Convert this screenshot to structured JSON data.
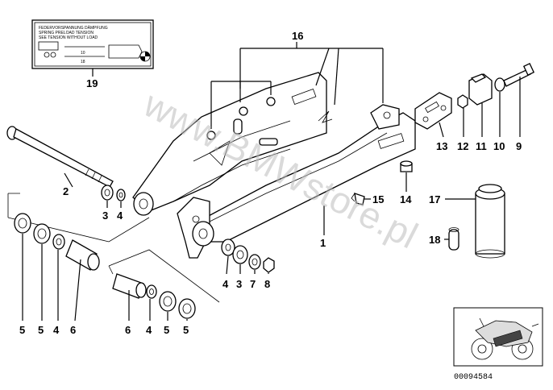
{
  "watermark": "www.BMWstore.pl",
  "diagram_code": "00094584",
  "sticker_lines": [
    "FEDERVORSPANNUNG DÄMPFUNG",
    "SPRING PRELOAD TENSION",
    "SEE TENSION WITHOUT LOAD"
  ],
  "sticker_values": [
    "10",
    "18"
  ],
  "callouts": {
    "c1": "1",
    "c2": "2",
    "c3a": "3",
    "c3b": "3",
    "c4a": "4",
    "c4b": "4",
    "c4c": "4",
    "c4d": "4",
    "c5a": "5",
    "c5b": "5",
    "c5c": "5",
    "c5d": "5",
    "c6a": "6",
    "c6b": "6",
    "c7": "7",
    "c8": "8",
    "c9": "9",
    "c10": "10",
    "c11": "11",
    "c12": "12",
    "c13": "13",
    "c14": "14",
    "c15": "15",
    "c16": "16",
    "c17": "17",
    "c18": "18",
    "c19": "19"
  }
}
